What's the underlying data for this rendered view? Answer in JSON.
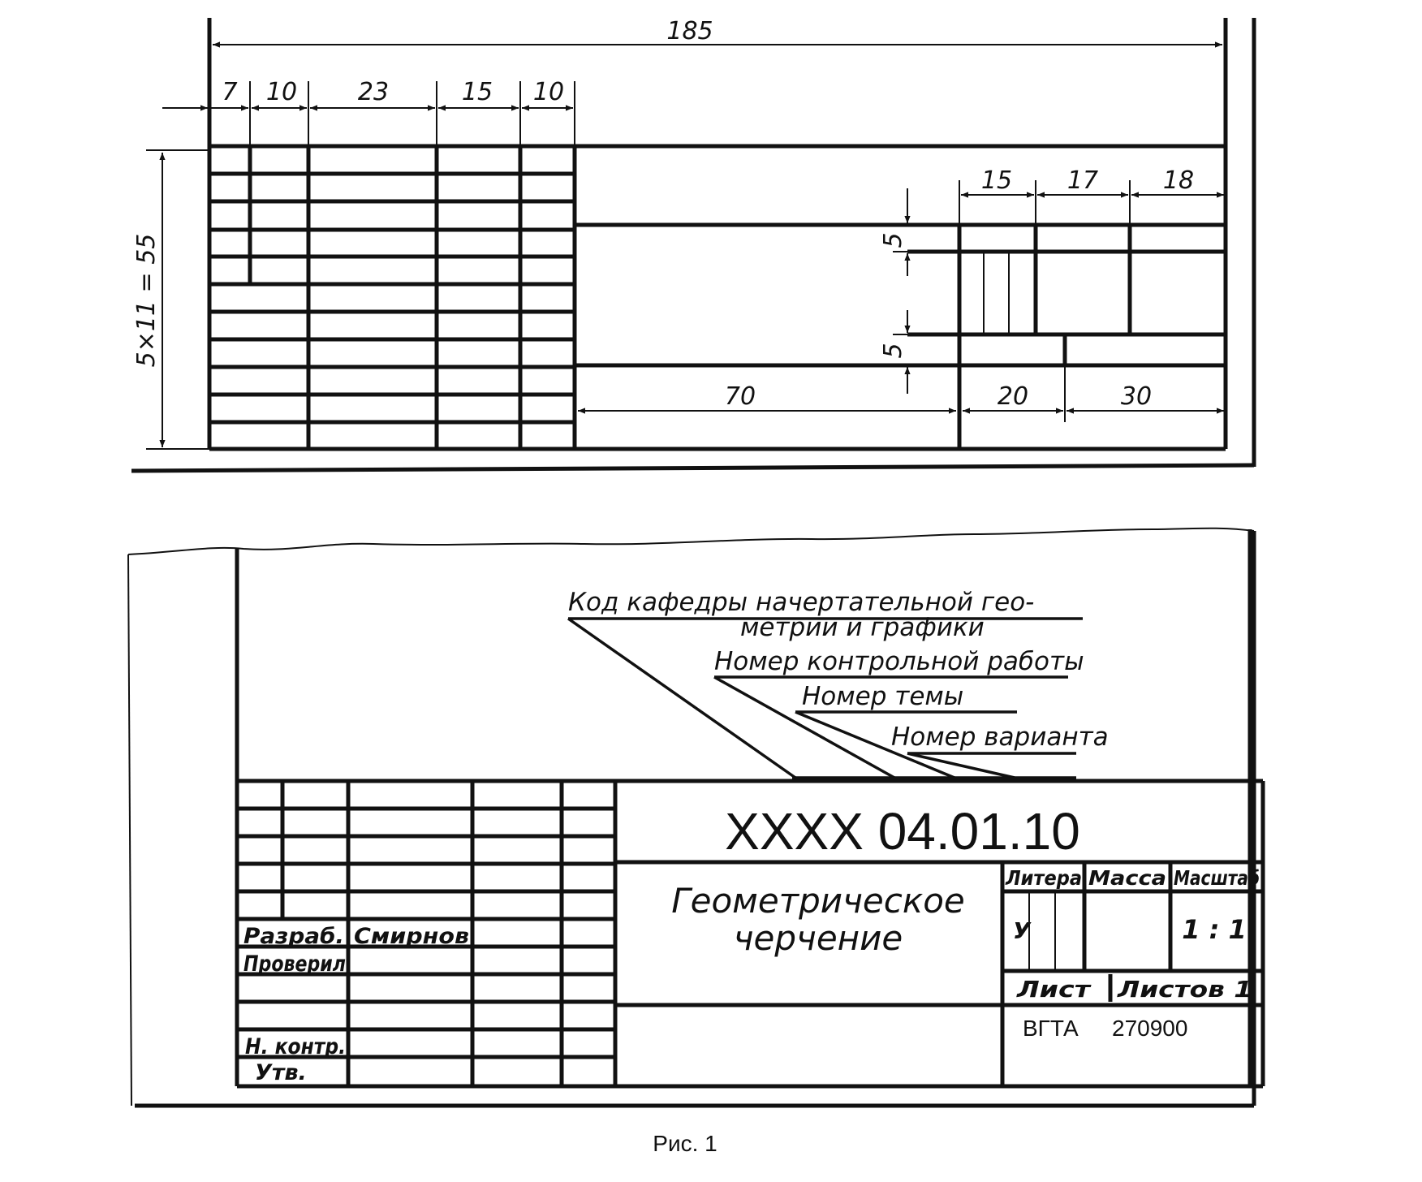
{
  "top_drawing": {
    "total_width": "185",
    "column_dims": [
      "7",
      "10",
      "23",
      "15",
      "10"
    ],
    "height_dim": "5×11 = 55",
    "right_col_dims": [
      "15",
      "17",
      "18"
    ],
    "row_dims": [
      "5",
      "5"
    ],
    "bottom_dims": [
      "70",
      "20",
      "30"
    ]
  },
  "bottom_drawing": {
    "annotations": {
      "line1a": "Код  кафедры начертательной гео-",
      "line1b": "метрии  и  графики",
      "line2": "Номер  контрольной работы",
      "line3": "Номер  темы",
      "line4": "Номер  варианта"
    },
    "designation": "XXXX  04.01.10",
    "title": [
      "Геометрическое",
      "черчение"
    ],
    "header_labels": {
      "litera": "Литера",
      "massa": "Масса",
      "masshtab": "Масштаб"
    },
    "litera_value": "У",
    "scale_value": "1 : 1",
    "sheet_label": "Лист",
    "sheets_label": "Листов 1",
    "org": "ВГТА",
    "code": "270900",
    "roles": [
      "Разраб.",
      "Проверил",
      "Н. контр.",
      "Утв."
    ],
    "developer_name": "Смирнов"
  },
  "caption": "Рис. 1"
}
